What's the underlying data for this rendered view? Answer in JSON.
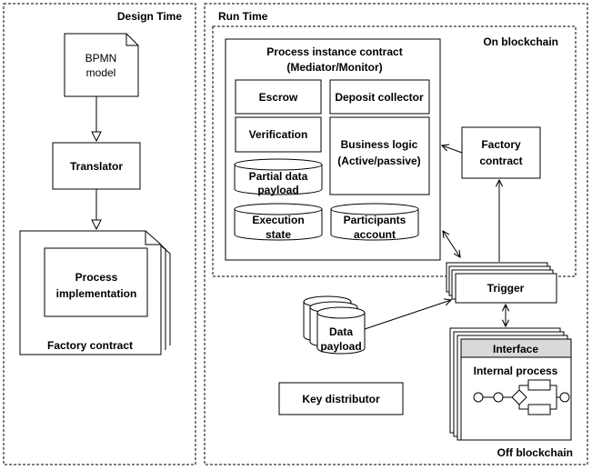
{
  "design_time": {
    "title": "Design Time",
    "bpmn_line1": "BPMN",
    "bpmn_line2": "model",
    "translator": "Translator",
    "process_impl_line1": "Process",
    "process_impl_line2": "implementation",
    "factory_contract": "Factory contract"
  },
  "run_time": {
    "title": "Run Time",
    "on_blockchain": "On blockchain",
    "off_blockchain": "Off blockchain",
    "process_instance_line1": "Process instance contract",
    "process_instance_line2": "(Mediator/Monitor)",
    "escrow": "Escrow",
    "deposit_collector": "Deposit collector",
    "verification": "Verification",
    "business_logic_line1": "Business logic",
    "business_logic_line2": "(Active/passive)",
    "partial_data_line1": "Partial data",
    "partial_data_line2": "payload",
    "execution_state_line1": "Execution",
    "execution_state_line2": "state",
    "participants_line1": "Participants",
    "participants_line2": "account",
    "factory_contract_line1": "Factory",
    "factory_contract_line2": "contract",
    "trigger": "Trigger",
    "data_payload_line1": "Data",
    "data_payload_line2": "payload",
    "interface": "Interface",
    "internal_process": "Internal process",
    "key_distributor": "Key distributor"
  }
}
